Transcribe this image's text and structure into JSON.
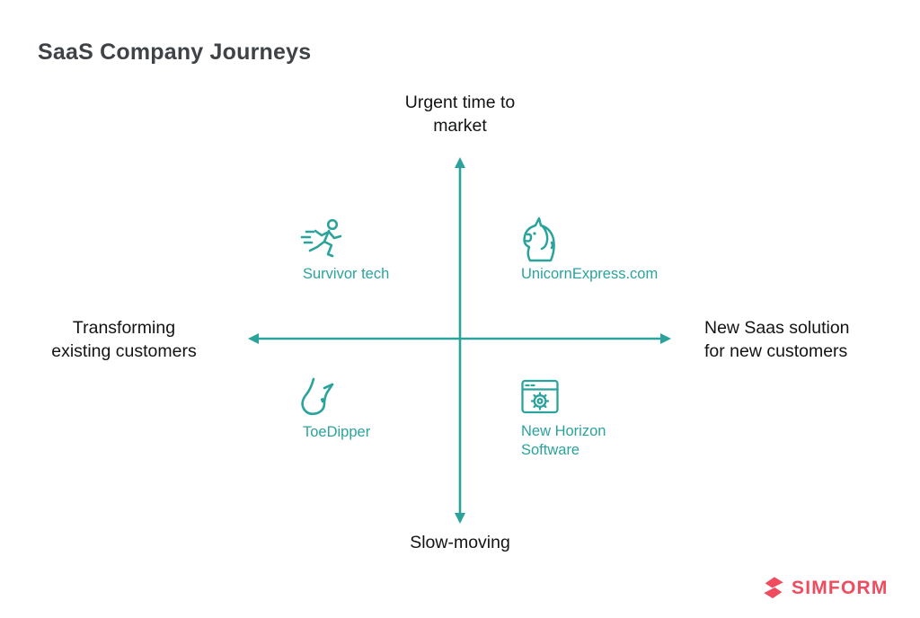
{
  "page_title": "SaaS Company Journeys",
  "colors": {
    "teal": "#2BA39C",
    "title_gray": "#3F4347",
    "label_black": "#121314",
    "brand_red": "#EF4C5F",
    "background": "#FFFFFF"
  },
  "axes": {
    "top_label": "Urgent time to\nmarket",
    "bottom_label": "Slow-moving",
    "left_label": "Transforming\nexisting customers",
    "right_label": "New Saas solution\nfor new customers"
  },
  "quadrants": {
    "top_left": {
      "icon": "runner-icon",
      "label": "Survivor tech"
    },
    "top_right": {
      "icon": "unicorn-icon",
      "label": "UnicornExpress.com"
    },
    "bottom_left": {
      "icon": "foot-icon",
      "label": "ToeDipper"
    },
    "bottom_right": {
      "icon": "browser-gear-icon",
      "label": "New Horizon\nSoftware"
    }
  },
  "logo": {
    "brand": "SIMFORM",
    "icon": "simform-mark-icon"
  }
}
